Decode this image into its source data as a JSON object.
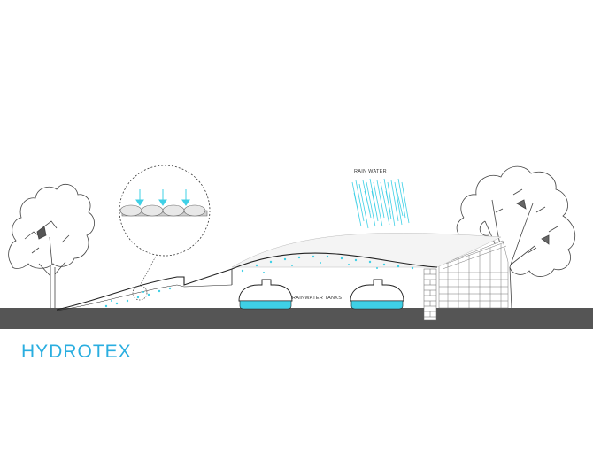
{
  "labels": {
    "rain": "RAIN WATER",
    "tanks": "RAINWATER TANKS",
    "brand": "HYDROTEX"
  },
  "colors": {
    "water": "#3fd0e6",
    "ground": "#555555",
    "line": "#222222",
    "brand": "#2aaee0"
  },
  "icons": {
    "detail_arrows": "arrow-down-icon"
  }
}
